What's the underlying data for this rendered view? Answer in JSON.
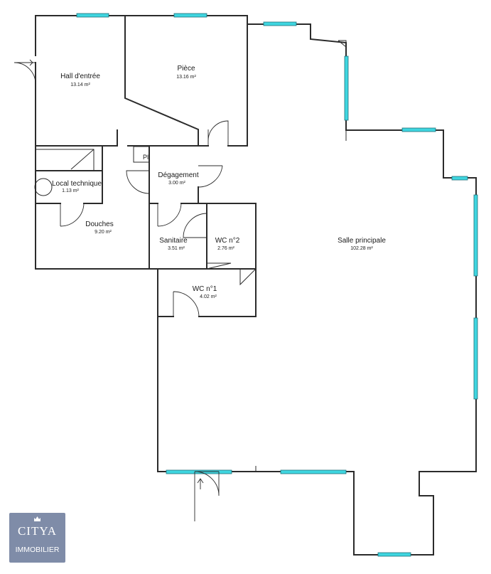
{
  "rooms": [
    {
      "id": "hall",
      "name": "Hall d'entrée",
      "area": "13.14 m²"
    },
    {
      "id": "piece",
      "name": "Pièce",
      "area": "13.16 m²"
    },
    {
      "id": "degagement",
      "name": "Dégagement",
      "area": "3.00 m²"
    },
    {
      "id": "local",
      "name": "Local technique",
      "area": "1.13 m²"
    },
    {
      "id": "douches",
      "name": "Douches",
      "area": "9.20 m²"
    },
    {
      "id": "sanitaire",
      "name": "Sanitaire",
      "area": "3.51 m²"
    },
    {
      "id": "wc2",
      "name": "WC n°2",
      "area": "2.76 m²"
    },
    {
      "id": "wc1",
      "name": "WC n°1",
      "area": "4.02 m²"
    },
    {
      "id": "salle",
      "name": "Salle principale",
      "area": "102.28 m²"
    }
  ],
  "pl_label": "Pl",
  "logo": {
    "name": "CITYA",
    "sub": "IMMOBILIER"
  },
  "colors": {
    "window": "#3fd6e0",
    "wall": "#2b2b2b",
    "logo_bg": "#7f8ca8"
  }
}
